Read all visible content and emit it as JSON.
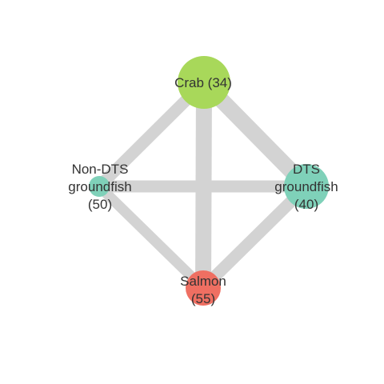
{
  "colors": {
    "edge": "#d3d3d3",
    "crab": "#a8d85a",
    "groundfish": "#7fd1b9",
    "salmon": "#ef6f62",
    "label": "#333333",
    "background": "#ffffff"
  },
  "nodes": [
    {
      "id": "crab",
      "label_lines": [
        "Crab (34)"
      ],
      "name": "Crab",
      "count": 34
    },
    {
      "id": "non_dts",
      "label_lines": [
        "Non-DTS",
        "groundfish",
        "(50)"
      ],
      "name": "Non-DTS groundfish",
      "count": 50
    },
    {
      "id": "dts",
      "label_lines": [
        "DTS",
        "groundfish",
        "(40)"
      ],
      "name": "DTS groundfish",
      "count": 40
    },
    {
      "id": "salmon",
      "label_lines": [
        "Salmon",
        "(55)"
      ],
      "name": "Salmon",
      "count": 55
    }
  ],
  "edges": [
    {
      "from": "crab",
      "to": "non_dts",
      "weight": "medium"
    },
    {
      "from": "crab",
      "to": "dts",
      "weight": "heavy"
    },
    {
      "from": "crab",
      "to": "salmon",
      "weight": "heavy"
    },
    {
      "from": "non_dts",
      "to": "dts",
      "weight": "medium"
    },
    {
      "from": "non_dts",
      "to": "salmon",
      "weight": "light"
    },
    {
      "from": "dts",
      "to": "salmon",
      "weight": "medium"
    }
  ]
}
